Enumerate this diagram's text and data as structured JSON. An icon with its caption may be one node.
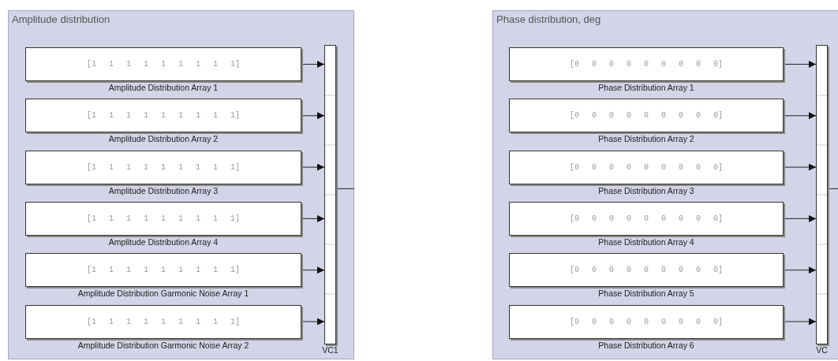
{
  "diagram": {
    "nodes": [
      {
        "text": [
          "Amplitude distribution"
        ]
      },
      {
        "text": [
          "[1 1 1 1 1 1 1 1 1]"
        ],
        "beside": [
          "Amplitude Distribution Array 1"
        ],
        "in": 0
      },
      {
        "text": [
          "[1 1 1 1 1 1 1 1 1]"
        ],
        "beside": [
          "Amplitude Distribution Array 2"
        ],
        "in": 0
      },
      {
        "text": [
          "[1 1 1 1 1 1 1 1 1]"
        ],
        "beside": [
          "Amplitude Distribution Array 3"
        ],
        "in": 0
      },
      {
        "text": [
          "[1 1 1 1 1 1 1 1 1]"
        ],
        "beside": [
          "Amplitude Distribution Array 4"
        ],
        "in": 0
      },
      {
        "text": [
          "[1 1 1 1 1 1 1 1 1]"
        ],
        "beside": [
          "Amplitude Distribution Garmonic Noise Array 1"
        ],
        "in": 0
      },
      {
        "text": [
          "[1 1 1 1 1 1 1 1 1]"
        ],
        "beside": [
          "Amplitude Distribution Garmonic Noise Array 2"
        ],
        "in": 0
      },
      {
        "text": [],
        "shape": "bar",
        "beside": [
          "VC1"
        ],
        "in": 0
      },
      {
        "text": [
          "Phase distribution, deg"
        ]
      },
      {
        "text": [
          "[0 0 0 0 0 0 0 0 0]"
        ],
        "beside": [
          "Phase Distribution Array 1"
        ],
        "in": 8
      },
      {
        "text": [
          "[0 0 0 0 0 0 0 0 0]"
        ],
        "beside": [
          "Phase Distribution Array 2"
        ],
        "in": 8
      },
      {
        "text": [
          "[0 0 0 0 0 0 0 0 0]"
        ],
        "beside": [
          "Phase Distribution Array 3"
        ],
        "in": 8
      },
      {
        "text": [
          "[0 0 0 0 0 0 0 0 0]"
        ],
        "beside": [
          "Phase Distribution Array 4"
        ],
        "in": 8
      },
      {
        "text": [
          "[0 0 0 0 0 0 0 0 0]"
        ],
        "beside": [
          "Phase Distribution Array 5"
        ],
        "in": 8
      },
      {
        "text": [
          "[0 0 0 0 0 0 0 0 0]"
        ],
        "beside": [
          "Phase Distribution Array 6"
        ],
        "in": 8
      },
      {
        "text": [],
        "shape": "bar",
        "beside": [
          "VC"
        ],
        "in": 8
      }
    ],
    "edges": [
      {
        "from": 1,
        "to": 7,
        "arrow": "to"
      },
      {
        "from": 2,
        "to": 7,
        "arrow": "to"
      },
      {
        "from": 3,
        "to": 7,
        "arrow": "to"
      },
      {
        "from": 4,
        "to": 7,
        "arrow": "to"
      },
      {
        "from": 5,
        "to": 7,
        "arrow": "to"
      },
      {
        "from": 6,
        "to": 7,
        "arrow": "to"
      },
      {
        "from": 7,
        "to": null,
        "arrow": "none"
      },
      {
        "from": 9,
        "to": 15,
        "arrow": "to"
      },
      {
        "from": 10,
        "to": 15,
        "arrow": "to"
      },
      {
        "from": 11,
        "to": 15,
        "arrow": "to"
      },
      {
        "from": 12,
        "to": 15,
        "arrow": "to"
      },
      {
        "from": 13,
        "to": 15,
        "arrow": "to"
      },
      {
        "from": 14,
        "to": 15,
        "arrow": "to"
      },
      {
        "from": 15,
        "to": null,
        "arrow": "none"
      }
    ]
  }
}
